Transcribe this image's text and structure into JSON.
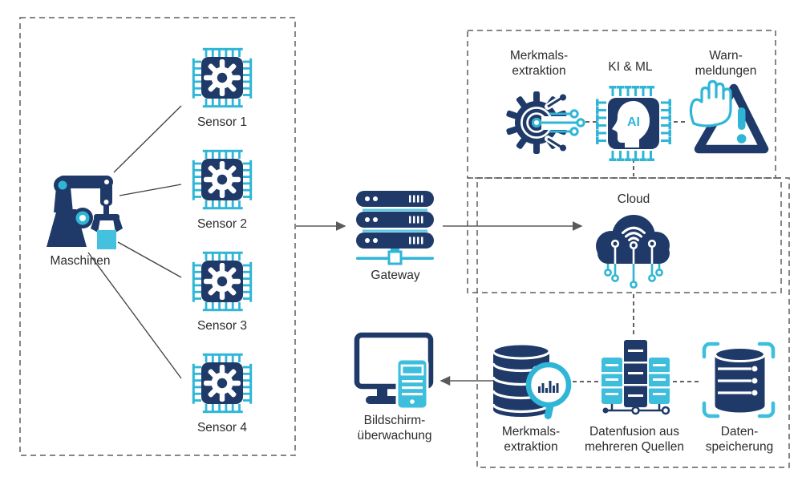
{
  "colors": {
    "navy": "#1F3A68",
    "cyan": "#2FB6D6",
    "cyan_light": "#5BC8E4",
    "arrow_gray": "#5a5a5a",
    "text": "#2d2d2d",
    "box_border": "#5f5f5f"
  },
  "machines_box": {
    "machine_label": "Maschinen",
    "sensors": [
      {
        "label": "Sensor 1"
      },
      {
        "label": "Sensor 2"
      },
      {
        "label": "Sensor 3"
      },
      {
        "label": "Sensor 4"
      }
    ]
  },
  "gateway": {
    "label": "Gateway"
  },
  "analytics_box": {
    "feature_extraction": {
      "line1": "Merkmals-",
      "line2": "extraktion"
    },
    "ai_ml": {
      "label": "KI & ML",
      "chip_text": "AI"
    },
    "warnings": {
      "line1": "Warn-",
      "line2": "meldungen"
    }
  },
  "cloud_box": {
    "label": "Cloud"
  },
  "pipeline_box": {
    "feature_extraction": {
      "line1": "Merkmals-",
      "line2": "extraktion"
    },
    "data_fusion": {
      "line1": "Datenfusion aus",
      "line2": "mehreren Quellen"
    },
    "data_storage": {
      "line1": "Daten-",
      "line2": "speicherung"
    }
  },
  "monitoring": {
    "line1": "Bildschirm-",
    "line2": "überwachung"
  }
}
